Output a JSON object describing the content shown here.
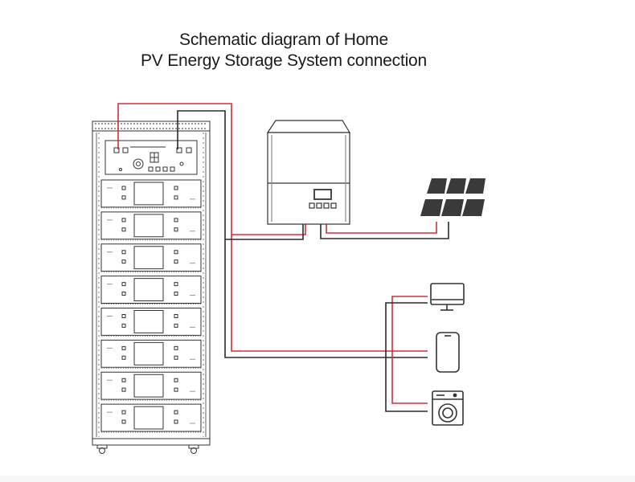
{
  "title": {
    "line1": "Schematic diagram of Home",
    "line2": "PV Energy Storage System connection"
  },
  "colors": {
    "background": "#ffffff",
    "positive_wire": "#d32f3a",
    "negative_wire": "#2b2b2b",
    "equipment_outline": "#333333",
    "solar_panel": "#3a3a3a",
    "inverter_display": "#4a4a4a"
  },
  "components": {
    "battery_rack": {
      "icon": "battery-rack-icon",
      "module_count": 8
    },
    "inverter": {
      "icon": "hybrid-inverter-icon"
    },
    "solar_panels": {
      "icon": "solar-panel-icon",
      "panel_count": 6
    },
    "loads": [
      {
        "icon": "computer-monitor-icon"
      },
      {
        "icon": "smartphone-icon"
      },
      {
        "icon": "washing-machine-icon"
      }
    ]
  }
}
